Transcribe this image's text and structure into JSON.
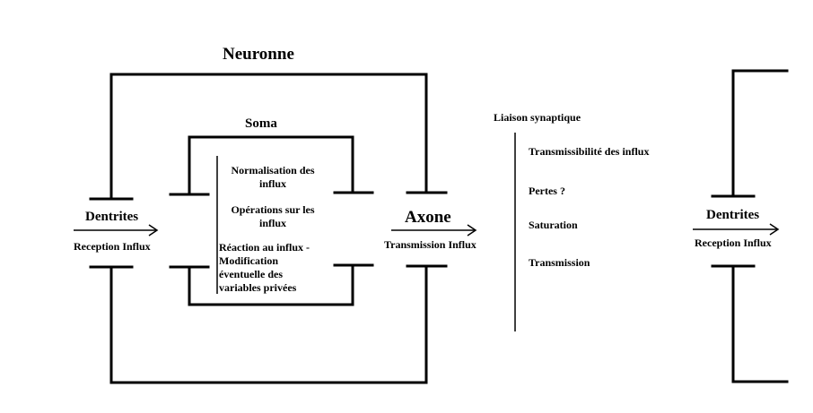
{
  "neuron": {
    "title": "Neuronne",
    "dendrites_label": "Dentrites",
    "dendrites_sub": "Reception Influx",
    "axon_label": "Axone",
    "axon_sub": "Transmission Influx"
  },
  "soma": {
    "title": "Soma",
    "operations": [
      "Normalisation des influx",
      "Opérations sur les influx",
      "Réaction au influx - Modification éventuelle des variables privées"
    ]
  },
  "synapse": {
    "title": "Liaison synaptique",
    "items": [
      "Transmissibilité des influx",
      "Pertes ?",
      "Saturation",
      "Transmission"
    ]
  },
  "next_neuron": {
    "dendrites_label": "Dentrites",
    "dendrites_sub": "Reception Influx"
  },
  "colors": {
    "line": "#000000",
    "background": "#ffffff"
  }
}
